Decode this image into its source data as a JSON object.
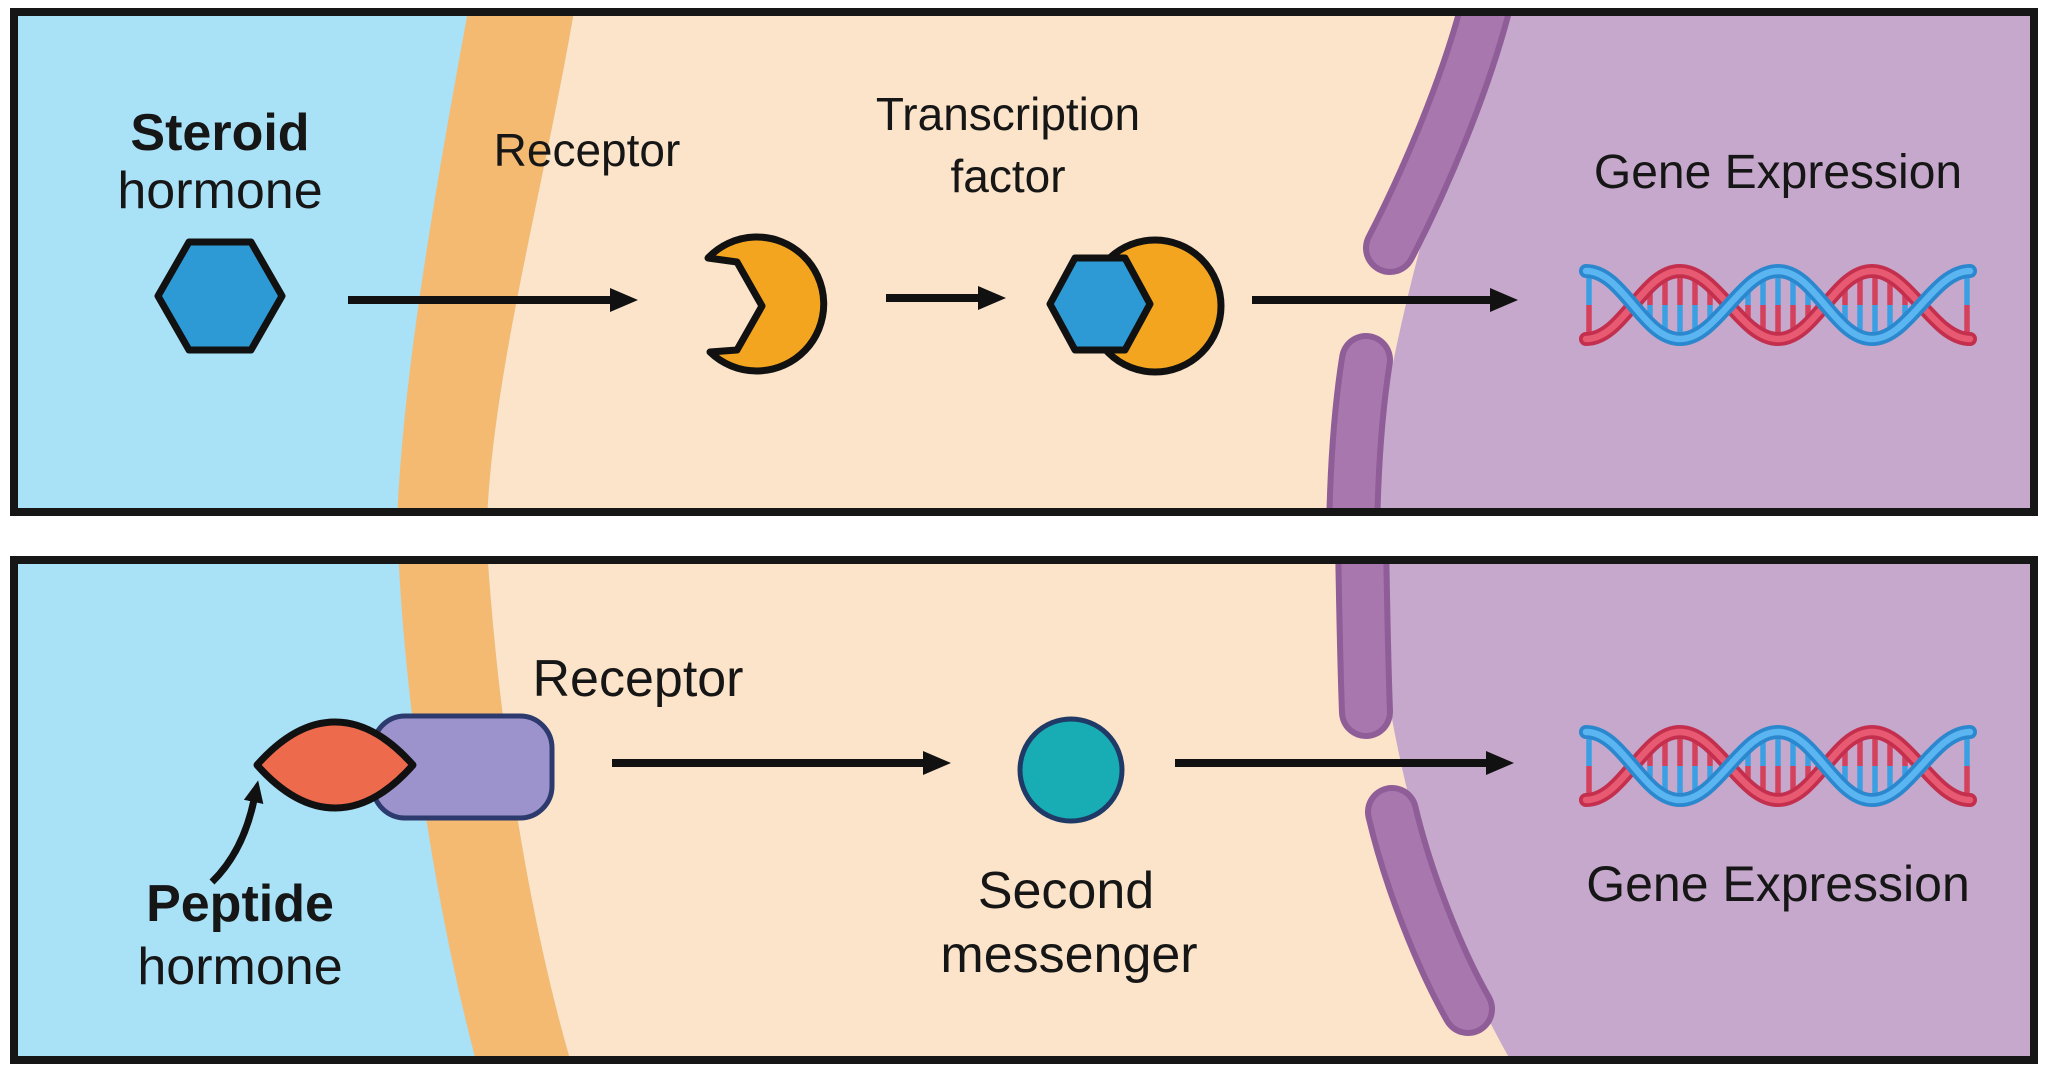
{
  "panels": {
    "steroid": {
      "hormone": {
        "line1": "Steroid",
        "line2": "hormone"
      },
      "receptor_label": "Receptor",
      "transcription_factor": {
        "line1": "Transcription",
        "line2": "factor"
      },
      "gene_expression_label": "Gene Expression"
    },
    "peptide": {
      "hormone": {
        "line1": "Peptide",
        "line2": "hormone"
      },
      "receptor_label": "Receptor",
      "second_messenger": {
        "line1": "Second",
        "line2": "messenger"
      },
      "gene_expression_label": "Gene Expression"
    }
  },
  "icons": {
    "steroid_hormone": "blue-hexagon",
    "steroid_receptor": "orange-notched-circle",
    "transcription_factor": "orange-circle-with-blue-hexagon",
    "peptide_hormone": "coral-lens",
    "peptide_receptor": "purple-rounded-rectangle-transmembrane",
    "second_messenger": "teal-circle",
    "gene_expression": "dna-double-helix",
    "flow": "right-arrow"
  },
  "colors": {
    "background": "#FFFFFF",
    "extracellular": "#A9E1F7",
    "plasma_membrane": "#F5BA72",
    "cytoplasm": "#FBE4C9",
    "nucleus": "#C5A8CB",
    "nuclear_envelope": "#A877AE",
    "nuclear_envelope_edge": "#8F5D97",
    "steroid_hormone": "#2D9AD5",
    "receptor_protein": "#F4A51F",
    "peptide_hormone": "#EE6A4D",
    "membrane_receptor": "#9C92CC",
    "membrane_receptor_edge": "#2C3A6E",
    "second_messenger": "#18ACB4",
    "second_messenger_edge": "#1F3A66",
    "dna_blue": "#2B88CE",
    "dna_blue_light": "#5BB5F0",
    "dna_red": "#C42F4D",
    "dna_red_light": "#E75A72",
    "outline": "#111111",
    "text": "#161616"
  }
}
